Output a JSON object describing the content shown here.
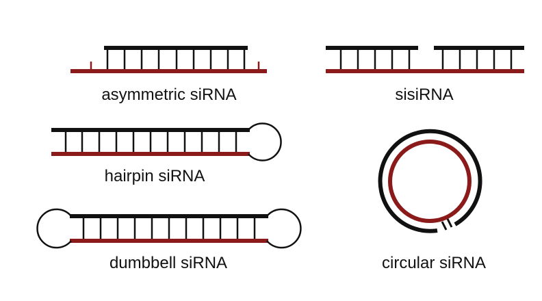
{
  "colors": {
    "sense_strand": "#111111",
    "antisense_strand": "#8b1a1a",
    "label_text": "#111111",
    "background": "#ffffff"
  },
  "labels": {
    "asymmetric": "asymmetric siRNA",
    "sisirna": "sisiRNA",
    "hairpin": "hairpin siRNA",
    "dumbbell": "dumbbell siRNA",
    "circular": "circular siRNA"
  }
}
